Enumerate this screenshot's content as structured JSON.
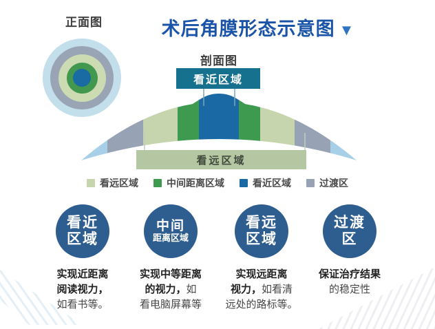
{
  "front_view": {
    "label": "正面图",
    "ring_colors": [
      "#c3dfeb",
      "#99a4b4",
      "#cddbb3",
      "#42984e",
      "#1a6aa3"
    ]
  },
  "title": {
    "text": "术后角膜形态示意图",
    "arrow": "▼"
  },
  "cross_section": {
    "label": "剖面图",
    "near_box_label": "看近区域",
    "far_box_label": "看远区域"
  },
  "colors": {
    "title_blue": "#1a54a8",
    "near_box_bg": "#16718f",
    "far_box_bg": "#b4c6a2",
    "zone_far": "#c6d5ad",
    "zone_mid": "#3d9a4f",
    "zone_near": "#1a69a4",
    "zone_transition": "#97a2b4",
    "zone_tip": "#a7d0e8",
    "circle_navy": "#2e5d90"
  },
  "legend": {
    "items": [
      {
        "label": "看远区域"
      },
      {
        "label": "中间距离区域"
      },
      {
        "label": "看近区域"
      },
      {
        "label": "过渡区"
      }
    ]
  },
  "zones": [
    {
      "label_line1": "看近",
      "label_line2": "区域",
      "desc": {
        "l1b": "实现近距离",
        "l1r": "",
        "l2b": "阅读视力，",
        "l2r": "",
        "l3b": "",
        "l3r": "如看书等。"
      }
    },
    {
      "label_line1": "中间",
      "label_line2": "距离区域",
      "desc": {
        "l1b": "实现中等距离",
        "l1r": "",
        "l2b": "的视力，",
        "l2r": "如",
        "l3b": "",
        "l3r": "看电脑屏幕等"
      }
    },
    {
      "label_line1": "看远",
      "label_line2": "区域",
      "desc": {
        "l1b": "实现远距离",
        "l1r": "",
        "l2b": "视力，",
        "l2r": "如看清",
        "l3b": "",
        "l3r": "远处的路标等。"
      }
    },
    {
      "label_line1": "过渡",
      "label_line2": "区",
      "desc": {
        "l1b": "保证治疗结果",
        "l1r": "",
        "l2b": "",
        "l2r": "的稳定性",
        "l3b": "",
        "l3r": ""
      }
    }
  ]
}
